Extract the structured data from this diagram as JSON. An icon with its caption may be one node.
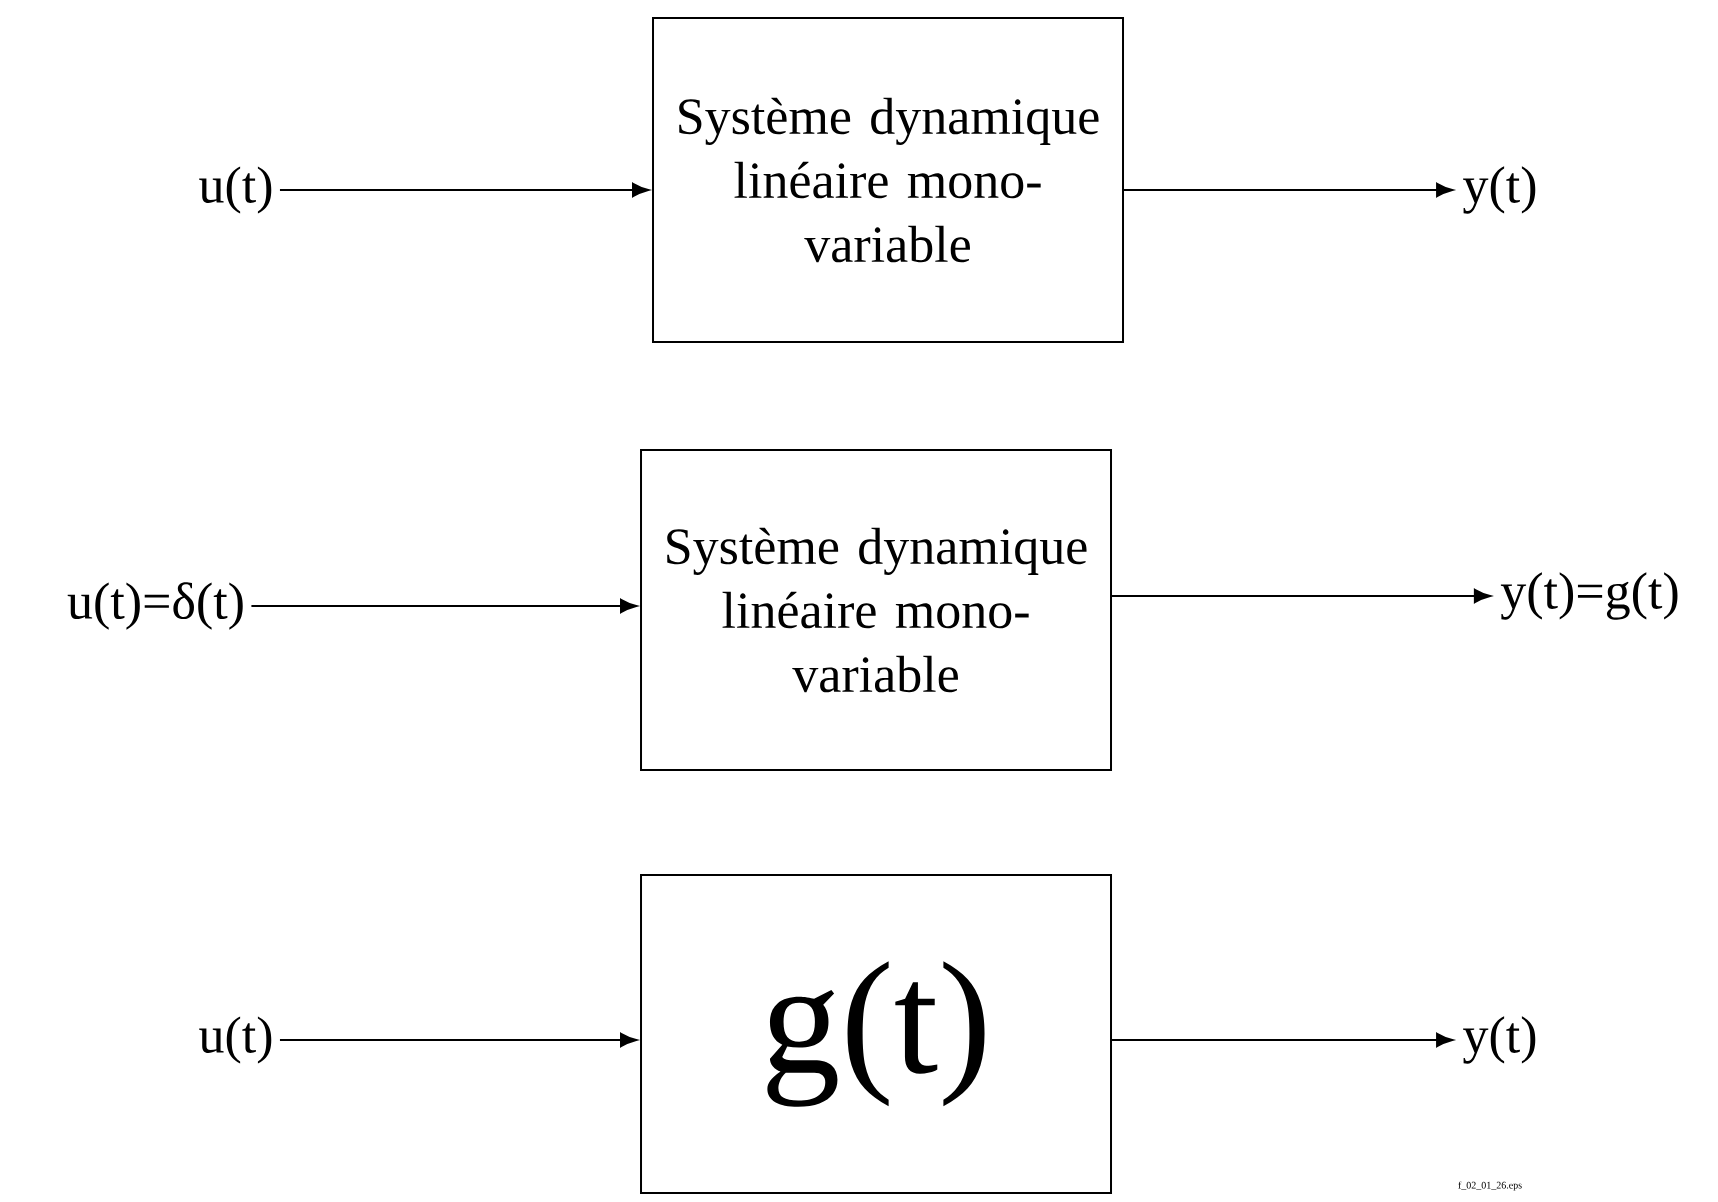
{
  "diagram": {
    "nodes": [
      {
        "text": [
          "u(t)"
        ]
      },
      {
        "text": [
          "Système dynamique linéaire mono-variable"
        ]
      },
      {
        "text": [
          "y(t)"
        ]
      },
      {
        "text": [
          "u(t)=δ(t)"
        ]
      },
      {
        "text": [
          "Système dynamique linéaire mono-variable"
        ]
      },
      {
        "text": [
          "y(t)=g(t)"
        ]
      },
      {
        "text": [
          "u(t)"
        ]
      },
      {
        "text": [
          "g(t)"
        ]
      },
      {
        "text": [
          "y(t)"
        ]
      }
    ],
    "edges": [
      {
        "from": 0,
        "to": 1,
        "arrow": "to"
      },
      {
        "from": 1,
        "to": 2,
        "arrow": "to"
      },
      {
        "from": 3,
        "to": 4,
        "arrow": "to"
      },
      {
        "from": 4,
        "to": 5,
        "arrow": "to"
      },
      {
        "from": 6,
        "to": 7,
        "arrow": "to"
      },
      {
        "from": 7,
        "to": 8,
        "arrow": "to"
      }
    ],
    "labels": [
      "f_02_01_26.eps"
    ]
  }
}
